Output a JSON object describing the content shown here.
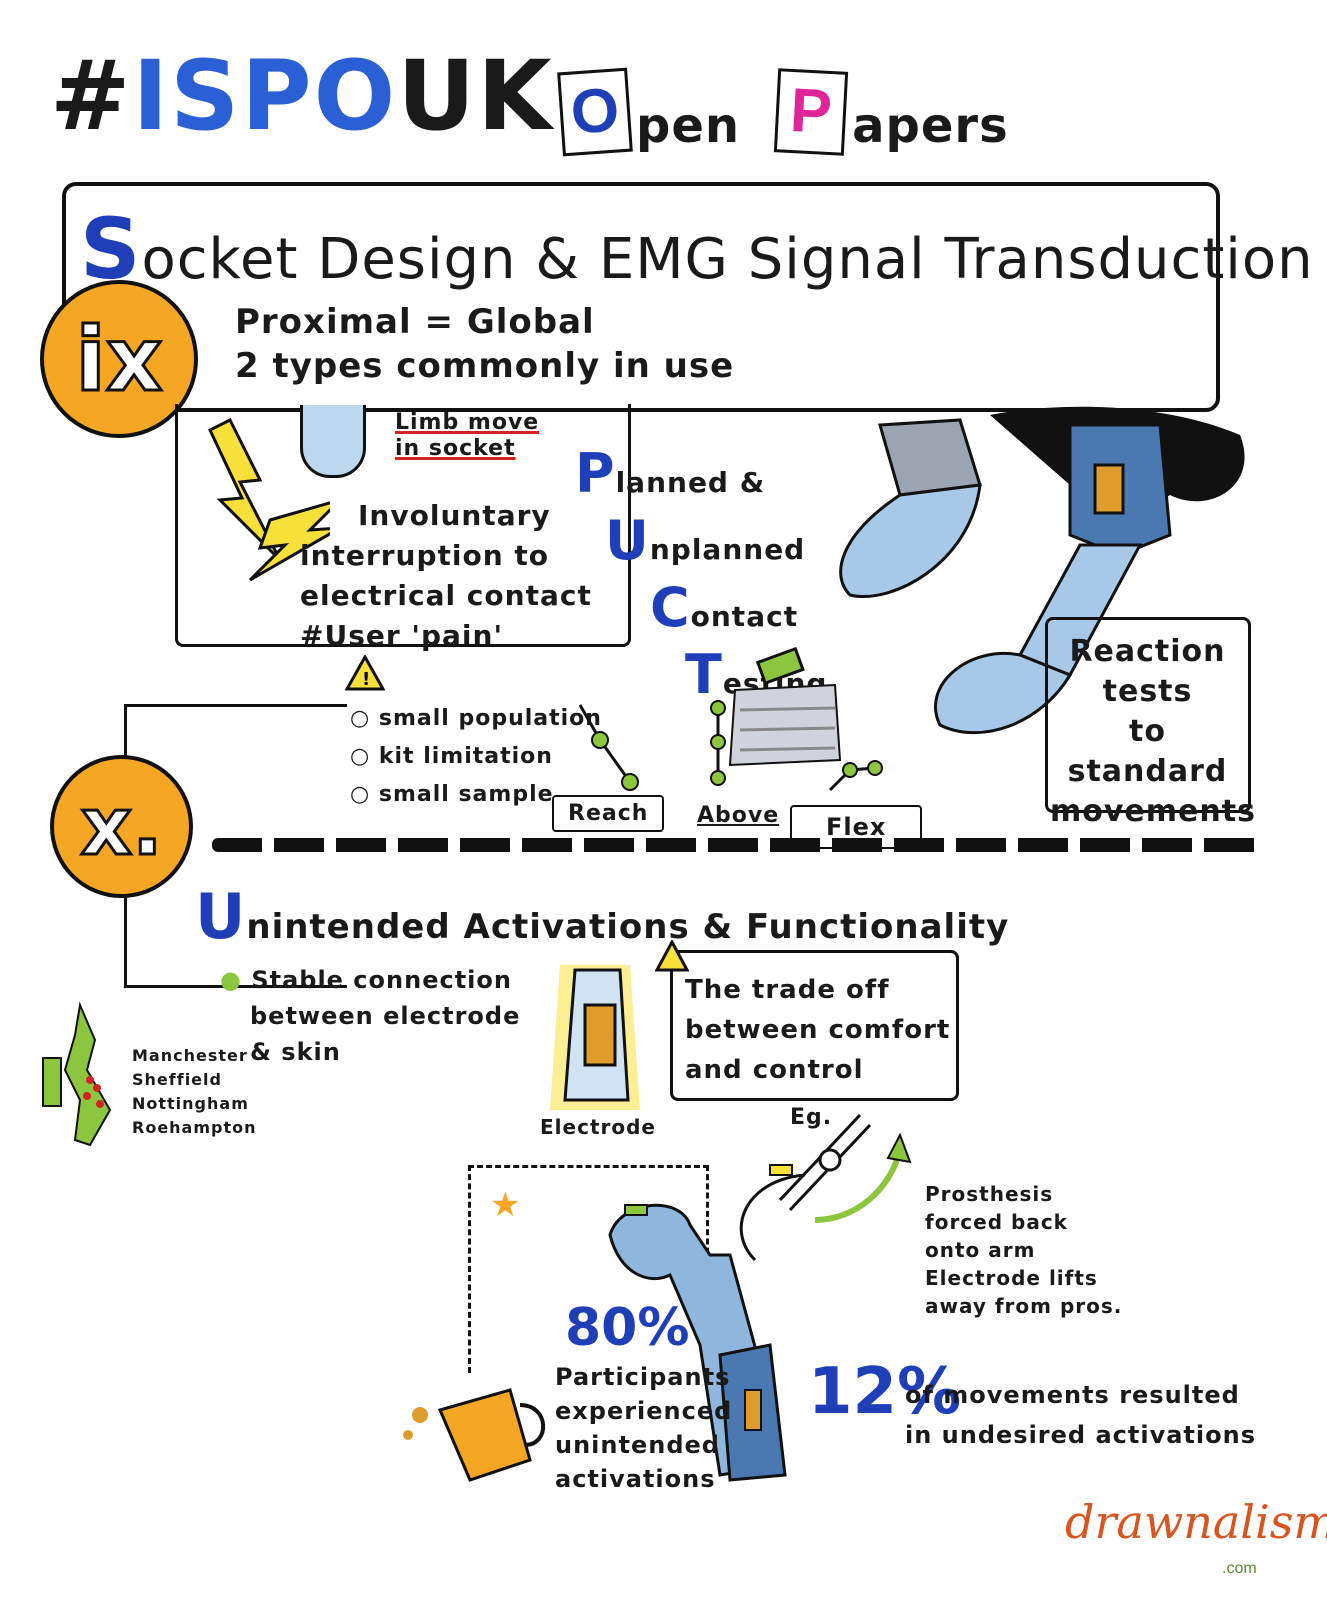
{
  "header": {
    "hashtag_prefix": "#",
    "hashtag_blue": "ISPO",
    "hashtag_suffix": "UK",
    "open_letter": "O",
    "open_rest": "pen",
    "papers_letter": "P",
    "papers_rest": "apers"
  },
  "main_title": {
    "initial": "S",
    "rest": "ocket Design & EMG Signal Transduction"
  },
  "section_ix": {
    "badge": "ix",
    "line1": "Proximal = Global",
    "line2": "2 types commonly in use"
  },
  "pain_box": {
    "limb_move": "Limb move",
    "in_socket": "in socket",
    "interruption_lines": [
      "Involuntary",
      "interruption to",
      "electrical contact"
    ],
    "user_pain": "#User 'pain'"
  },
  "contact_testing": {
    "p_letter": "P",
    "p_rest": "lanned &",
    "u_letter": "U",
    "u_rest": "nplanned",
    "c_letter": "C",
    "c_rest": "ontact",
    "t_letter": "T",
    "t_rest": "esting"
  },
  "limitations": [
    "small population",
    "kit limitation",
    "small sample"
  ],
  "movements": {
    "reach": "Reach",
    "above": "Above",
    "flex": "Flex",
    "reaction_tests": [
      "Reaction",
      "tests",
      "to standard",
      "movements"
    ]
  },
  "section_x": {
    "badge": "x.",
    "title_initial": "U",
    "title_rest": "nintended Activations & Functionality"
  },
  "stable_connection": [
    "Stable connection",
    "between electrode",
    "& skin"
  ],
  "universities": [
    "Manchester",
    "Sheffield",
    "Nottingham",
    "Roehampton"
  ],
  "electrode_label": "Electrode",
  "trade_off": [
    "The trade off",
    "between comfort",
    "and control"
  ],
  "example_label": "Eg.",
  "prosthesis_note": [
    "Prosthesis",
    "forced back",
    "onto arm",
    "Electrode lifts",
    "away from pros."
  ],
  "stat_80": {
    "value": "80%",
    "text": [
      "Participants",
      "experienced",
      "unintended",
      "activations"
    ]
  },
  "stat_12": {
    "value": "12%",
    "text": [
      "of movements resulted",
      "in undesired activations"
    ]
  },
  "logo": {
    "text": "drawnalism",
    "sub": ".com"
  },
  "colors": {
    "blue": "#1f3fb8",
    "orange": "#f5a623",
    "magenta": "#e0249a",
    "green": "#8cc63f",
    "yellow": "#f7e03a"
  }
}
